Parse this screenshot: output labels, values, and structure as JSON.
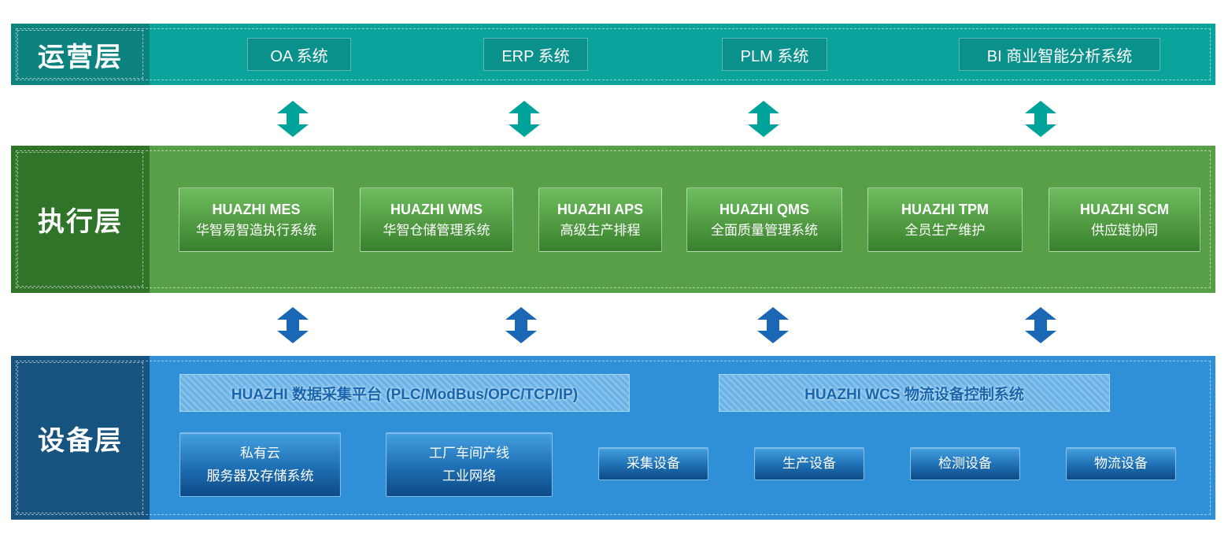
{
  "operations_layer": {
    "label": "运营层",
    "systems": [
      {
        "label": "OA 系统"
      },
      {
        "label": "ERP 系统"
      },
      {
        "label": "PLM 系统"
      },
      {
        "label": "BI 商业智能分析系统"
      }
    ]
  },
  "execution_layer": {
    "label": "执行层",
    "systems": [
      {
        "en": "HUAZHI MES",
        "zh": "华智易智造执行系统"
      },
      {
        "en": "HUAZHI WMS",
        "zh": "华智仓储管理系统"
      },
      {
        "en": "HUAZHI APS",
        "zh": "高级生产排程"
      },
      {
        "en": "HUAZHI QMS",
        "zh": "全面质量管理系统"
      },
      {
        "en": "HUAZHI TPM",
        "zh": "全员生产维护"
      },
      {
        "en": "HUAZHI SCM",
        "zh": "供应链协同"
      }
    ]
  },
  "device_layer": {
    "label": "设备层",
    "platform_bars": [
      {
        "label": "HUAZHI 数据采集平台 (PLC/ModBus/OPC/TCP/IP)"
      },
      {
        "label": "HUAZHI WCS 物流设备控制系统"
      }
    ],
    "infrastructure_boxes": [
      {
        "line1": "私有云",
        "line2": "服务器及存储系统"
      },
      {
        "line1": "工厂车间产线",
        "line2": "工业网络"
      }
    ],
    "device_boxes": [
      {
        "label": "采集设备"
      },
      {
        "label": "生产设备"
      },
      {
        "label": "检测设备"
      },
      {
        "label": "物流设备"
      }
    ]
  },
  "icons": {
    "connector": "up-down-arrow-icon"
  },
  "colors": {
    "teal_band": "#0BA49D",
    "teal_label": "#0C837F",
    "teal_button": "#0A918C",
    "green_band": "#57A047",
    "green_label": "#2F7428",
    "exec_box_gradient_top": "#70BD5F",
    "exec_box_gradient_bottom": "#37812D",
    "blue_band": "#2F90D7",
    "blue_label": "#16537F",
    "device_box_gradient_top": "#44A0E0",
    "device_box_gradient_bottom": "#0D4B85",
    "hatch_bar_text": "#1766AE",
    "arrow_teal": "#00A39A",
    "arrow_blue": "#1A67B5"
  }
}
